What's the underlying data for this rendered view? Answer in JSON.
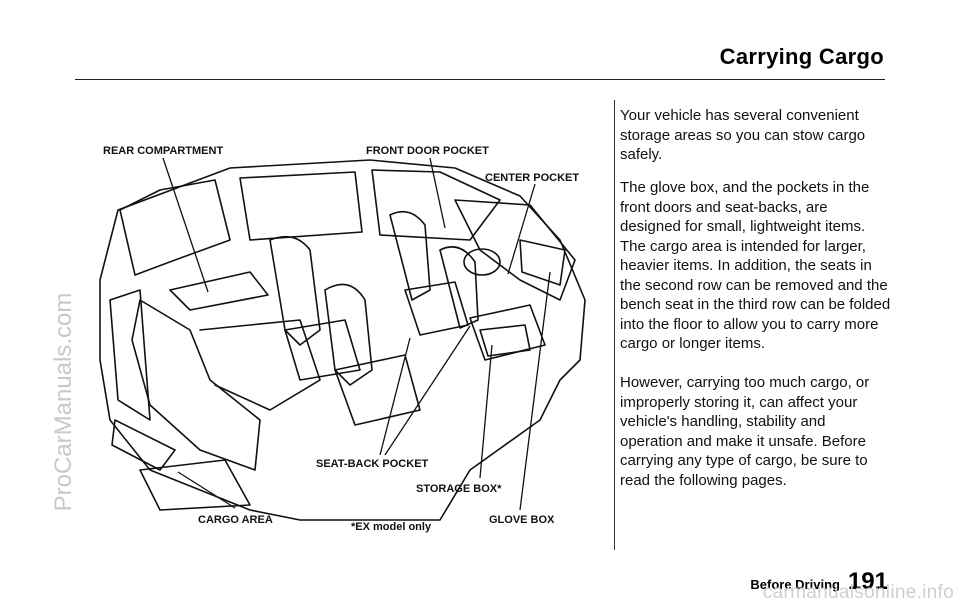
{
  "header": {
    "title": "Carrying Cargo"
  },
  "figure": {
    "labels": {
      "rear_compartment": "REAR COMPARTMENT",
      "front_door_pocket": "FRONT DOOR POCKET",
      "center_pocket": "CENTER POCKET",
      "seat_back_pocket": "SEAT-BACK POCKET",
      "storage_box": "STORAGE BOX*",
      "cargo_area": "CARGO AREA",
      "glove_box": "GLOVE BOX",
      "footnote": "*EX model only"
    }
  },
  "body": {
    "para1": "Your vehicle has several convenient storage areas so you can stow cargo safely.",
    "para2": "The glove box, and the pockets in the front doors and seat-backs, are designed for small, lightweight items. The cargo area is intended for larger, heavier items. In addition, the seats in the second row can be removed and the bench seat in the third row can be folded into the floor to allow you to carry more cargo or longer items.",
    "para3": "However, carrying too much cargo, or improperly storing it, can affect your vehicle's handling, stability and operation and make it unsafe. Before carrying any type of cargo, be sure to read the following pages."
  },
  "footer": {
    "section": "Before Driving",
    "page": "191"
  },
  "watermarks": {
    "side": "ProCarManuals.com",
    "bottom": "carmanualsonline.info"
  }
}
